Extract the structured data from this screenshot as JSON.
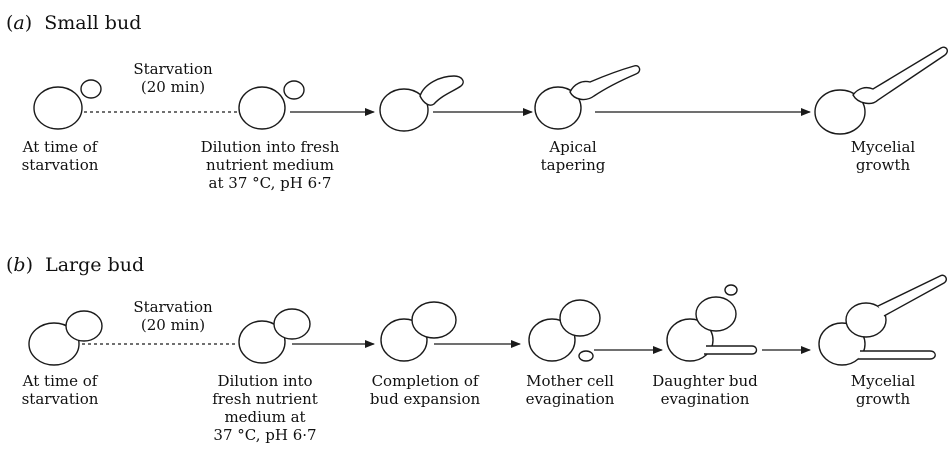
{
  "panel_a": {
    "letter": "a",
    "title": "Small bud",
    "starvation_label": [
      "Starvation",
      "(20 min)"
    ],
    "stages": [
      {
        "lines": [
          "At time of",
          "starvation"
        ]
      },
      {
        "lines": [
          "Dilution into fresh",
          "nutrient medium",
          "at 37 °C, pH 6·7"
        ]
      },
      {
        "lines": [
          "Apical",
          "tapering"
        ]
      },
      {
        "lines": [
          "Mycelial",
          "growth"
        ]
      }
    ]
  },
  "panel_b": {
    "letter": "b",
    "title": "Large bud",
    "starvation_label": [
      "Starvation",
      "(20 min)"
    ],
    "stages": [
      {
        "lines": [
          "At time of",
          "starvation"
        ]
      },
      {
        "lines": [
          "Dilution into",
          "fresh nutrient",
          "medium at",
          "37 °C, pH 6·7"
        ]
      },
      {
        "lines": [
          "Completion of",
          "bud expansion"
        ]
      },
      {
        "lines": [
          "Mother cell",
          "evagination"
        ]
      },
      {
        "lines": [
          "Daughter bud",
          "evagination"
        ]
      },
      {
        "lines": [
          "Mycelial",
          "growth"
        ]
      }
    ]
  }
}
